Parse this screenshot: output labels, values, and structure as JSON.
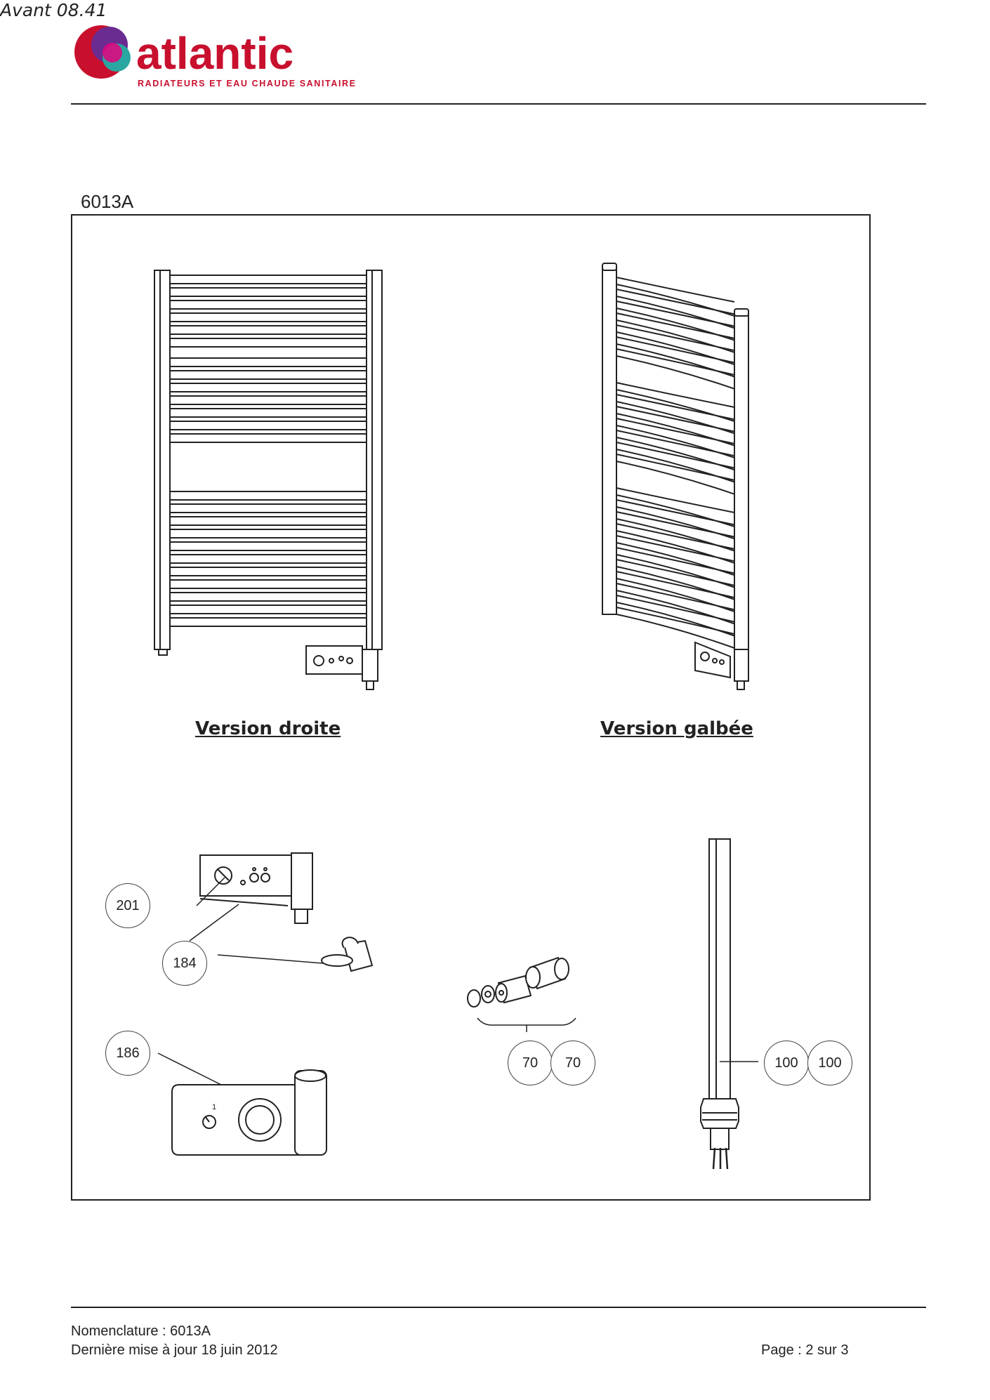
{
  "brand": {
    "name": "atlantic",
    "tagline": "RADIATEURS ET EAU CHAUDE SANITAIRE",
    "colors": {
      "red": "#c8102e",
      "purple": "#6b2c91",
      "teal": "#2aa7a1",
      "pink": "#e6007e"
    }
  },
  "model": "6013A",
  "figures": {
    "straight": {
      "caption": "Version droite"
    },
    "curved": {
      "caption": "Version galbée",
      "subcaption": "Avant 08.41"
    }
  },
  "callouts": {
    "c201": "201",
    "c184": "184",
    "c186": "186",
    "c70a": "70",
    "c70b": "70",
    "c100a": "100",
    "c100b": "100"
  },
  "footer": {
    "nomenclature": "Nomenclature : 6013A",
    "updated": "Dernière mise à jour 18 juin 2012",
    "page": "Page : 2 sur 3"
  }
}
